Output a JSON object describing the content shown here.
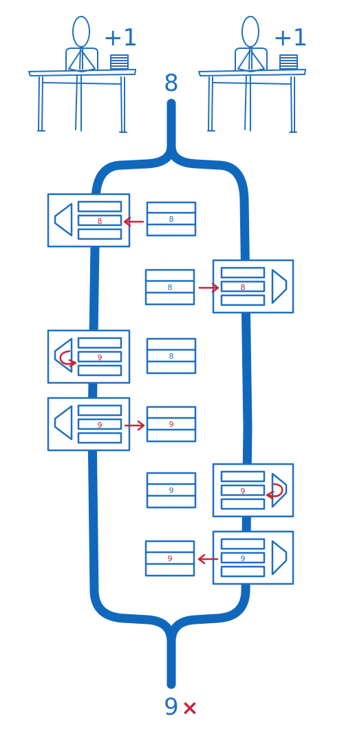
{
  "colors": {
    "blue": "#1f6fc1",
    "pipe": "#1068bd",
    "red": "#c8233a",
    "white": "#ffffff"
  },
  "top": {
    "worker_left_increment": "+1",
    "worker_right_increment": "+1",
    "initial_value": "8"
  },
  "bottom": {
    "final_value": "9",
    "mark": "×"
  },
  "steps": [
    {
      "left_card_value": "8",
      "middle_value": "8",
      "right_card_value": null
    },
    {
      "left_card_value": null,
      "middle_value": "8",
      "right_card_value": "8"
    },
    {
      "left_card_value": "9",
      "middle_value": "8",
      "right_card_value": null
    },
    {
      "left_card_value": "9",
      "middle_value": "9",
      "right_card_value": null
    },
    {
      "left_card_value": null,
      "middle_value": "9",
      "right_card_value": "9"
    },
    {
      "left_card_value": null,
      "middle_value": "9",
      "right_card_value": "9"
    }
  ]
}
